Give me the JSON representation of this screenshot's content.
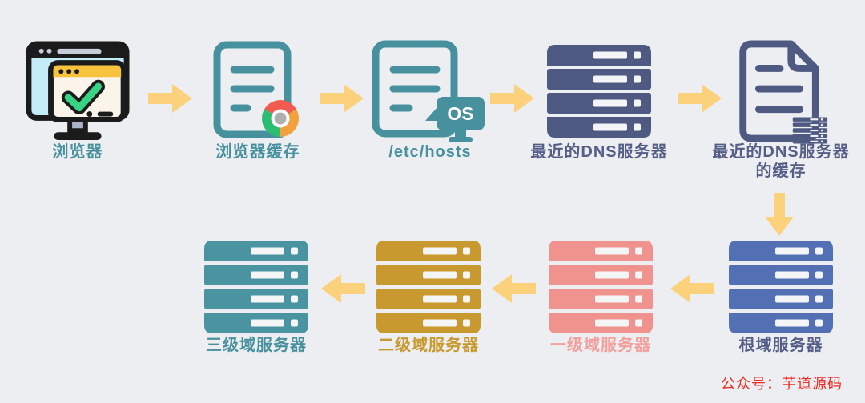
{
  "colors": {
    "background": "#EDEEF1",
    "arrow_yellow": "#FBD17B",
    "teal": "#47919E",
    "slate_blue": "#4F5A83",
    "root_server_blue": "#5470B4",
    "level1_pink": "#F0938F",
    "level2_gold": "#C8992F",
    "level3_teal": "#4A93A0",
    "watermark_red": "#EE2C24"
  },
  "nodes": {
    "browser": {
      "label": "浏览器"
    },
    "browser_cache": {
      "label": "浏览器缓存"
    },
    "etc_hosts": {
      "label": "/etc/hosts"
    },
    "nearest_dns": {
      "label": "最近的DNS服务器"
    },
    "nearest_dns_cache": {
      "label": "最近的DNS服务器",
      "label2": "的缓存"
    },
    "root_server": {
      "label": "根域服务器"
    },
    "level1_server": {
      "label": "一级域服务器"
    },
    "level2_server": {
      "label": "二级域服务器"
    },
    "level3_server": {
      "label": "三级域服务器"
    }
  },
  "badges": {
    "os": "OS"
  },
  "edges": [
    {
      "from": "浏览器",
      "to": "浏览器缓存",
      "direction": "right"
    },
    {
      "from": "浏览器缓存",
      "to": "/etc/hosts",
      "direction": "right"
    },
    {
      "from": "/etc/hosts",
      "to": "最近的DNS服务器",
      "direction": "right"
    },
    {
      "from": "最近的DNS服务器",
      "to": "最近的DNS服务器的缓存",
      "direction": "right"
    },
    {
      "from": "最近的DNS服务器的缓存",
      "to": "根域服务器",
      "direction": "down"
    },
    {
      "from": "根域服务器",
      "to": "一级域服务器",
      "direction": "left"
    },
    {
      "from": "一级域服务器",
      "to": "二级域服务器",
      "direction": "left"
    },
    {
      "from": "二级域服务器",
      "to": "三级域服务器",
      "direction": "left"
    }
  ],
  "watermark": "公众号：芋道源码"
}
